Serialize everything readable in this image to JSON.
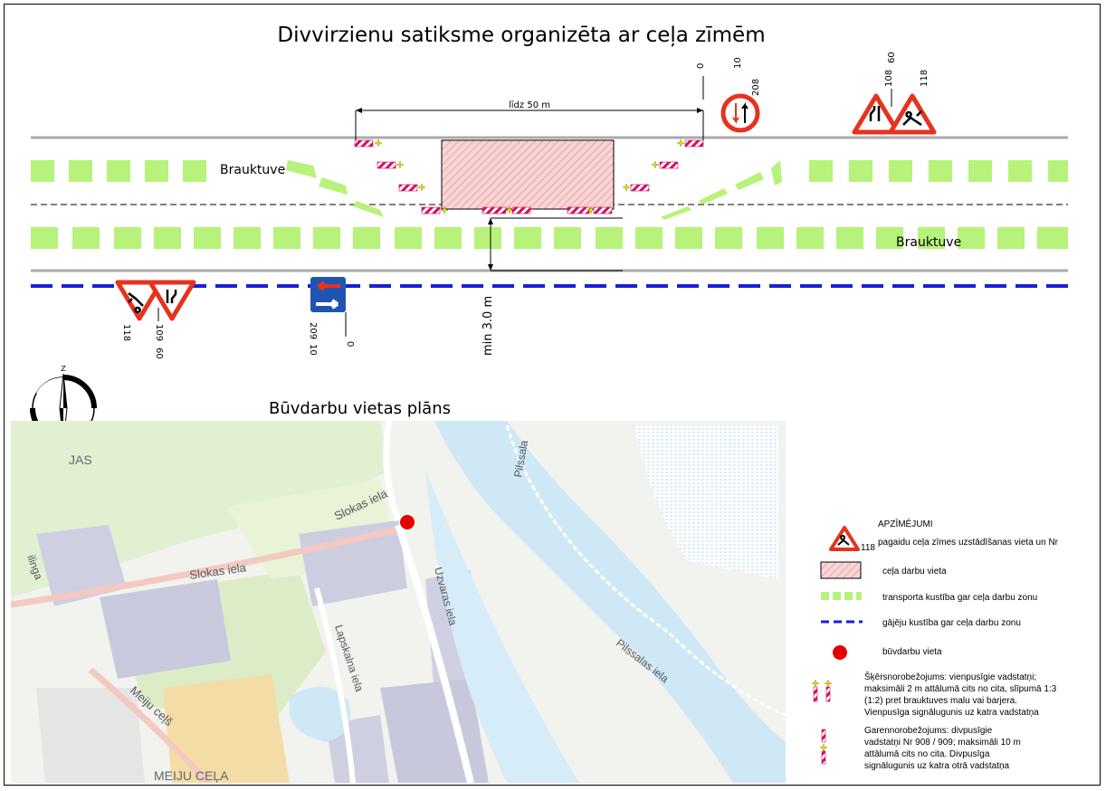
{
  "title": "Divvirzienu satiksme organizēta ar ceļa zīmēm",
  "road": {
    "lane_label_upper": "Brauktuve",
    "lane_label_lower": "Brauktuve",
    "distance_label": "līdz 50 m",
    "min_width_label": "min 3.0 m"
  },
  "signs_top": {
    "s208": {
      "num": "208",
      "dist": "10",
      "pole_dist": "0"
    },
    "s108": {
      "num": "108",
      "dist": "60"
    },
    "s118": {
      "num": "118"
    }
  },
  "signs_bottom": {
    "s118": {
      "num": "118"
    },
    "s109": {
      "num": "109",
      "dist": "60"
    },
    "s209": {
      "num": "209",
      "dist": "10",
      "pole_dist": "0"
    }
  },
  "compass": {
    "north": "Z"
  },
  "site_plan": {
    "title": "Būvdarbu vietas plāns",
    "streets": {
      "slokas1": "Slokas iela",
      "slokas2": "Slokas iela",
      "uzvaras": "Uzvaras iela",
      "lapskalna": "Lapskalna iela",
      "pilssala1": "Pilssala",
      "pilssala2": "Pilssalas iela",
      "meiju": "Meiju ceļš",
      "ilinga": "ilinga",
      "district_top": "JAS",
      "district_bottom": "MEIJU CEĻA"
    }
  },
  "legend": {
    "heading": "APZĪMĒJUMI",
    "items": [
      {
        "label": "pagaidu ceļa zīmes uzstādīšanas vieta un Nr",
        "num": "118"
      },
      {
        "label": "ceļa darbu vieta"
      },
      {
        "label": "transporta kustība gar ceļa darbu zonu"
      },
      {
        "label": "gājēju kustība gar ceļa darbu zonu"
      },
      {
        "label": "būvdarbu vieta"
      }
    ],
    "cross_barrier": [
      "Šķērsnorobežojums: vienpusīgie vadstatņi;",
      "maksimāli 2 m attālumā cits no cita, slīpumā 1:3",
      "(1:2) pret brauktuves malu vai barjera.",
      "Vienpusīga signālugunis uz katra vadstatņa"
    ],
    "long_barrier": [
      "Garennorobežojums: divpusīgie",
      "vadstatņi Nr 908 / 909; maksimāli 10 m",
      "attālumā cits no cita. Divpusīga",
      "signālugunis uz katra otrā vadstatņa"
    ]
  },
  "colors": {
    "lane_green": "#b7f27a",
    "ped_blue": "#1a1fd6",
    "work_zone": "#f7c9c9",
    "sign_red": "#e6321e",
    "site_red": "#e60000",
    "water": "#cfe8f5",
    "blue_sign": "#1f55b0"
  }
}
